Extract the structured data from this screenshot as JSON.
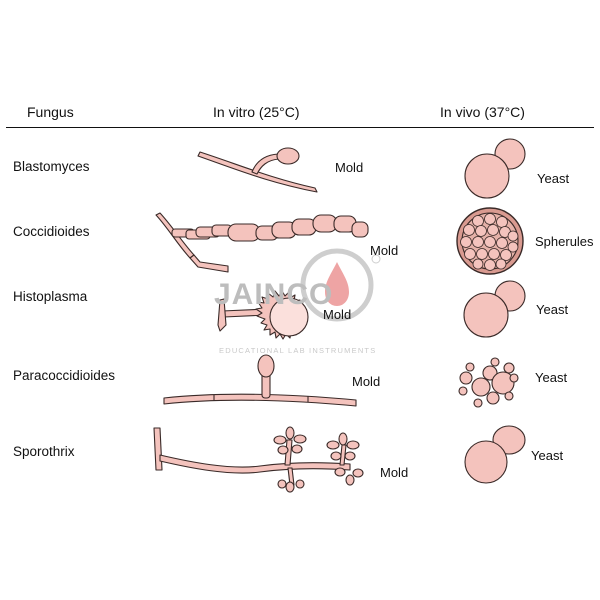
{
  "header": {
    "col1": "Fungus",
    "col2": "In vitro (25°C)",
    "col3": "In vivo (37°C)"
  },
  "rows": [
    {
      "name": "Blastomyces",
      "invitro": "Mold",
      "invivo": "Yeast"
    },
    {
      "name": "Coccidioides",
      "invitro": "Mold",
      "invivo": "Spherules"
    },
    {
      "name": "Histoplasma",
      "invitro": "Mold",
      "invivo": "Yeast"
    },
    {
      "name": "Paracoccidioides",
      "invitro": "Mold",
      "invivo": "Yeast"
    },
    {
      "name": "Sporothrix",
      "invitro": "Mold",
      "invivo": "Yeast"
    }
  ],
  "watermark": {
    "brand": "JAINCO",
    "tagline": "EDUCATIONAL LAB INSTRUMENTS",
    "registered": "®"
  },
  "colors": {
    "cell_fill": "#f4c3bd",
    "cell_stroke": "#3a2a28",
    "spherule_wall": "#b86a60"
  }
}
